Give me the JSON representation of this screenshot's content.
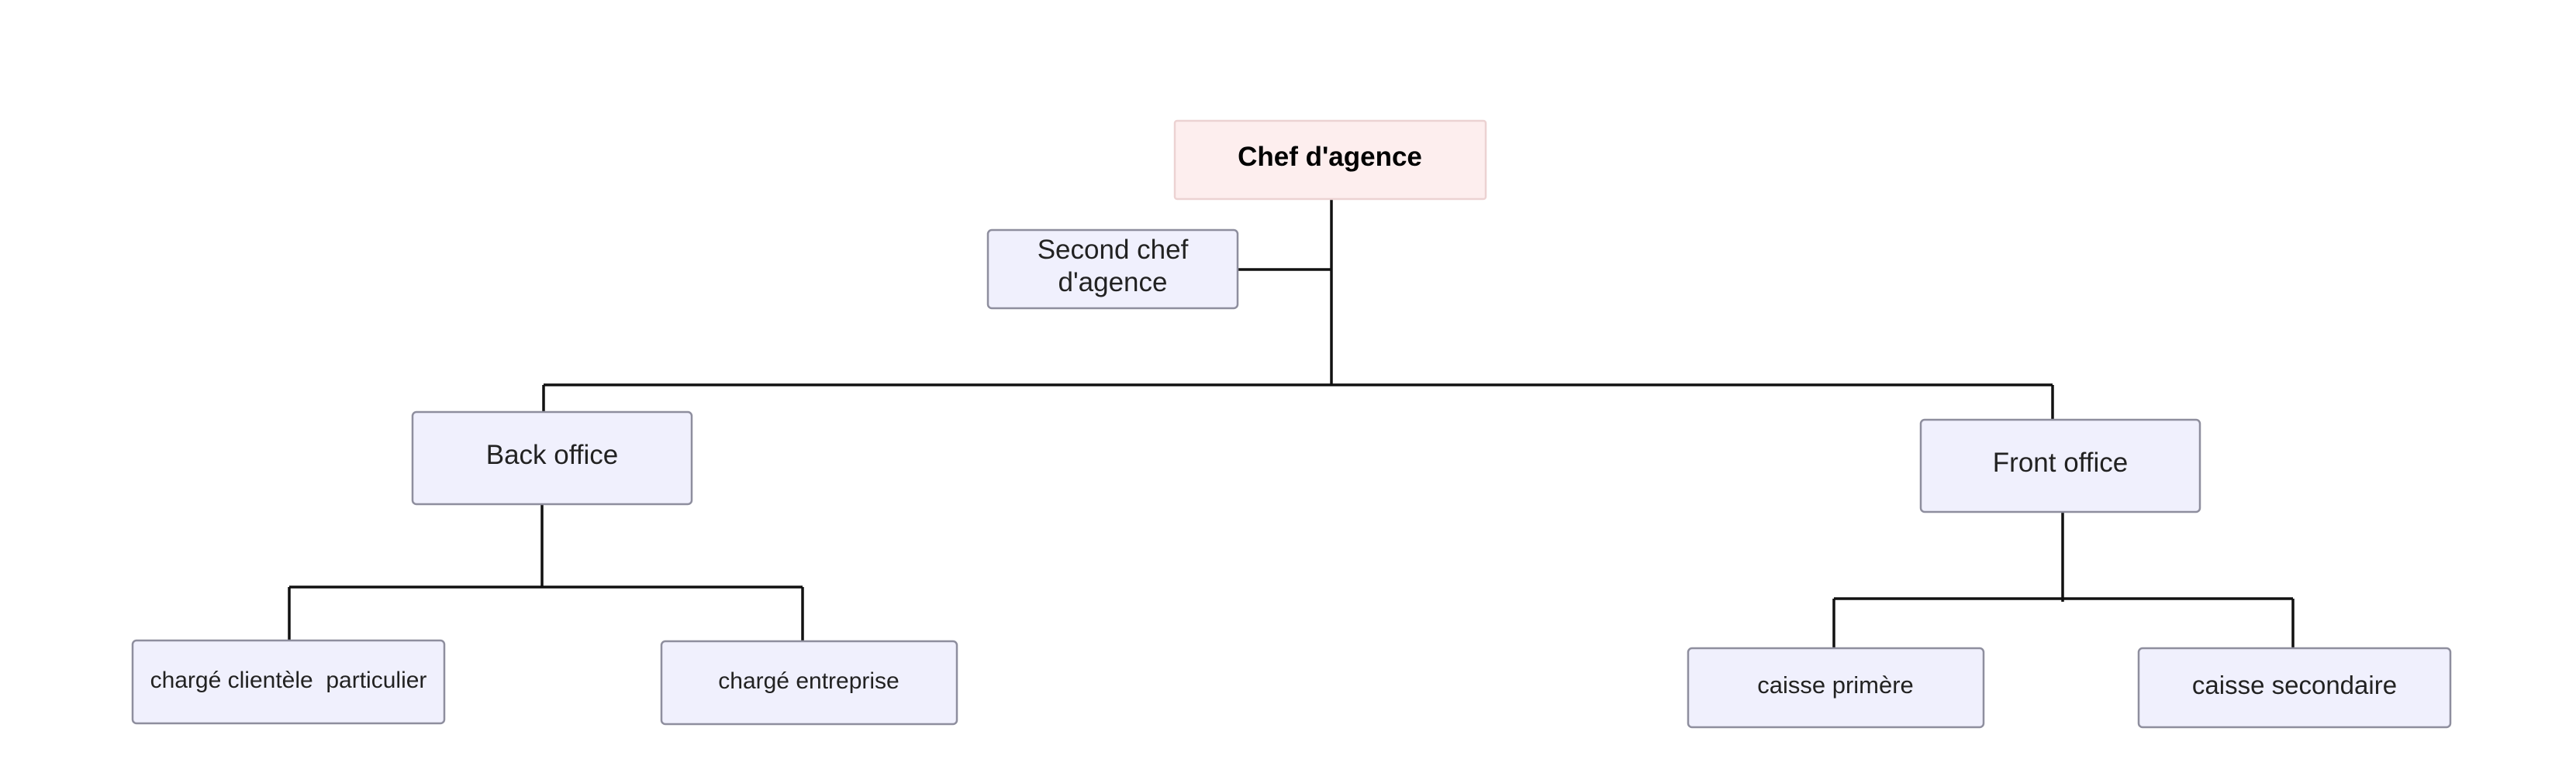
{
  "diagram": {
    "type": "org-chart",
    "nodes": {
      "chef": {
        "label": "Chef d'agence"
      },
      "second_chef": {
        "label_line1": "Second chef",
        "label_line2": "d'agence"
      },
      "back_office": {
        "label": "Back office"
      },
      "front_office": {
        "label": "Front office"
      },
      "charge_particulier": {
        "label": "chargé clientèle  particulier"
      },
      "charge_entreprise": {
        "label": "chargé entreprise"
      },
      "caisse_premiere": {
        "label": "caisse primère"
      },
      "caisse_secondaire": {
        "label": "caisse secondaire"
      }
    },
    "edges": [
      [
        "chef",
        "second_chef"
      ],
      [
        "chef",
        "back_office"
      ],
      [
        "chef",
        "front_office"
      ],
      [
        "back_office",
        "charge_particulier"
      ],
      [
        "back_office",
        "charge_entreprise"
      ],
      [
        "front_office",
        "caisse_premiere"
      ],
      [
        "front_office",
        "caisse_secondaire"
      ]
    ],
    "colors": {
      "root_fill": "#fdeeee",
      "node_fill": "#f0f0fd",
      "node_border": "#8e8e9e",
      "connector": "#111111"
    }
  }
}
